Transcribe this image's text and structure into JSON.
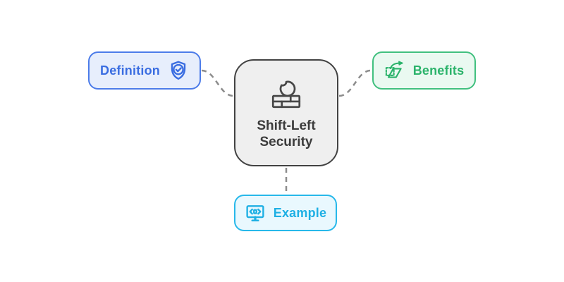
{
  "diagram": {
    "title": "Shift-Left Security",
    "center_node": {
      "label_line1": "Shift-Left",
      "label_line2": "Security",
      "icon": "firewall-icon",
      "fill": "#EFEFEF",
      "border": "#424242",
      "text_color": "#3C3C3C"
    },
    "nodes": {
      "definition": {
        "label": "Definition",
        "icon": "shield-check-icon",
        "text_color": "#3A6DE1",
        "border": "#4C7CE9",
        "fill": "#E7EEFC",
        "position": "top-left"
      },
      "benefits": {
        "label": "Benefits",
        "icon": "transform-arrow-icon",
        "text_color": "#2BB36B",
        "border": "#41C07F",
        "fill": "#EAF9F1",
        "position": "top-right"
      },
      "example": {
        "label": "Example",
        "icon": "code-monitor-icon",
        "text_color": "#1FB0E4",
        "border": "#27B8EA",
        "fill": "#E9F8FE",
        "position": "bottom-center"
      }
    },
    "connector_style": "dashed",
    "connector_color": "#8C8C8C"
  }
}
